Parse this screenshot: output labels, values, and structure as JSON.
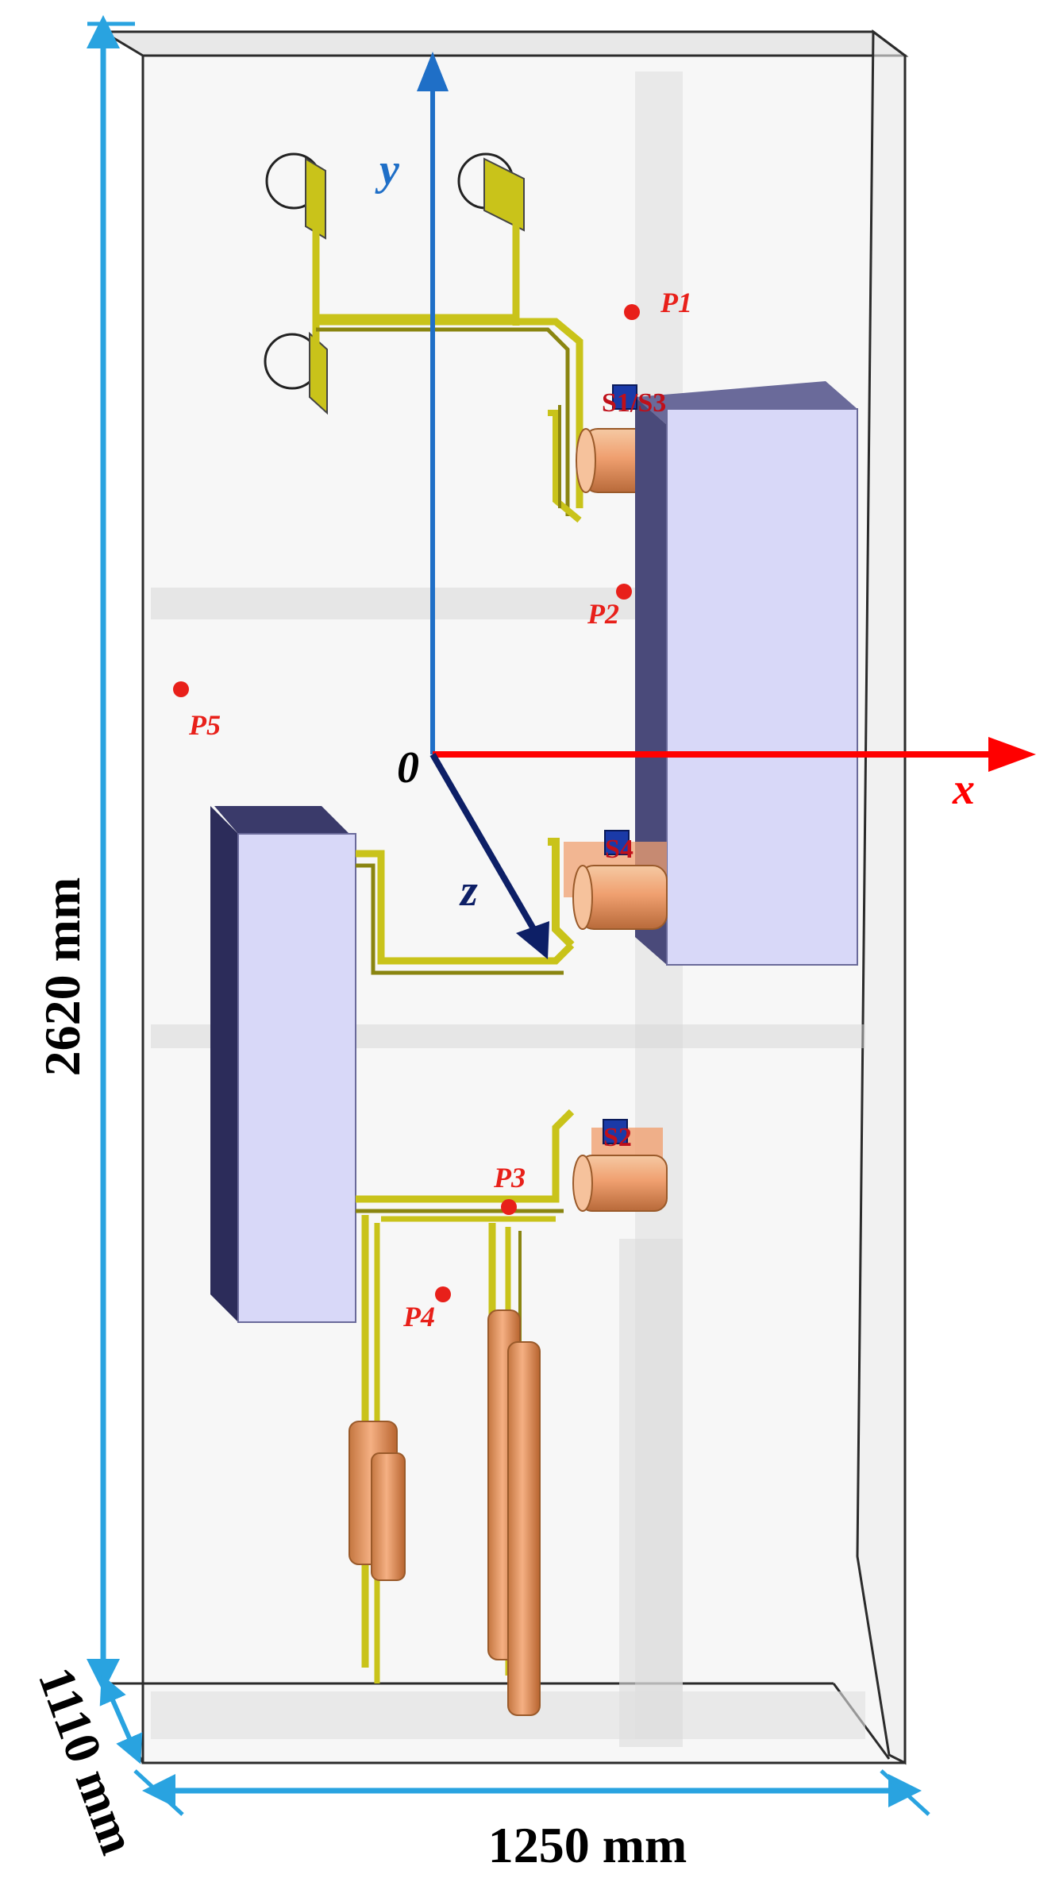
{
  "dimensions": {
    "height": "2620 mm",
    "depth": "1110 mm",
    "width": "1250 mm"
  },
  "axes": {
    "x": "x",
    "y": "y",
    "z": "z",
    "origin": "0"
  },
  "measurement_points": [
    "P1",
    "P2",
    "P3",
    "P4",
    "P5"
  ],
  "sources": [
    "S1/S3",
    "S4",
    "S2"
  ],
  "colors": {
    "dimension_lines": "#29a3e0",
    "x_axis": "#ff0000",
    "y_axis": "#1f6fc7",
    "z_axis": "#0d1f66",
    "points": "#e8201a",
    "busbar": "#c9c31a",
    "tank": "#d8d8f8",
    "tank_side": "#4a4a7a",
    "bushing": "#f0a070"
  }
}
